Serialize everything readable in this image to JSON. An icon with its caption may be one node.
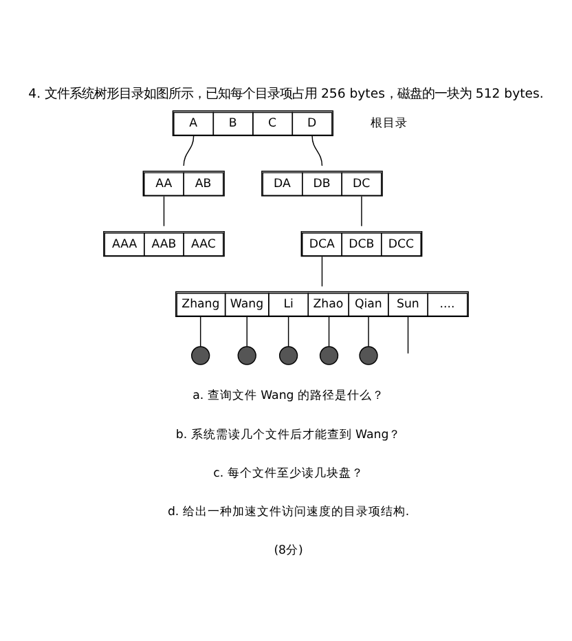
{
  "diagram": {
    "title": "4. 文件系统树形目录如图所示，已知每个目录项占用 256 bytes，磁盘的一块为 512 bytes.",
    "nodes": [
      {
        "text": [
          "A",
          "B",
          "C",
          "D"
        ],
        "beside": [
          "根目录"
        ]
      },
      {
        "text": [
          "AA",
          "AB"
        ]
      },
      {
        "text": [
          "AAA",
          "AAB",
          "AAC"
        ]
      },
      {
        "text": [
          "DA",
          "DB",
          "DC"
        ]
      },
      {
        "text": [
          "DCA",
          "DCB",
          "DCC"
        ]
      },
      {
        "text": [
          "Zhang",
          "Wang",
          "Li",
          "Zhao",
          "Qian",
          "Sun",
          "...."
        ]
      },
      {
        "text": [],
        "shape": "circle"
      },
      {
        "text": [],
        "shape": "circle"
      },
      {
        "text": [],
        "shape": "circle"
      },
      {
        "text": [],
        "shape": "circle"
      },
      {
        "text": [],
        "shape": "circle"
      }
    ],
    "edges": [
      {
        "from": 0,
        "to": 1,
        "arrow": "none"
      },
      {
        "from": 1,
        "to": 2,
        "arrow": "none"
      },
      {
        "from": 0,
        "to": 3,
        "arrow": "none"
      },
      {
        "from": 3,
        "to": 4,
        "arrow": "none"
      },
      {
        "from": 4,
        "to": 5,
        "arrow": "none"
      },
      {
        "from": 5,
        "to": 6,
        "arrow": "none"
      },
      {
        "from": 5,
        "to": 7,
        "arrow": "none"
      },
      {
        "from": 5,
        "to": 8,
        "arrow": "none"
      },
      {
        "from": 5,
        "to": 9,
        "arrow": "none"
      },
      {
        "from": 5,
        "to": 10,
        "arrow": "none"
      },
      {
        "from": 5,
        "to": null,
        "arrow": "none"
      }
    ],
    "labels": [
      "a. 查询文件 Wang 的路径是什么？",
      "b. 系统需读几个文件后才能查到 Wang？",
      "c. 每个文件至少读几块盘？",
      "d. 给出一种加速文件访问速度的目录项结构.",
      "(8分)"
    ]
  }
}
